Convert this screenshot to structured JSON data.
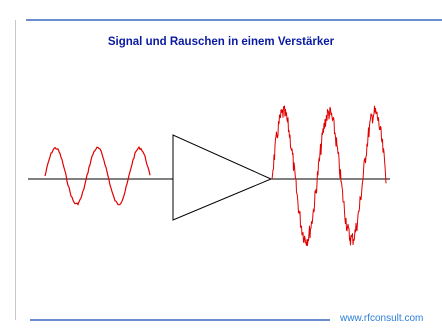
{
  "title": "Signal und Rauschen in einem Verstärker",
  "footer": "www.rfconsult.com",
  "colors": {
    "signal": "#e00000",
    "amplifier": "#000000",
    "rule": "#6a8dcf",
    "title": "#0a1aa0",
    "footer": "#2b7fd8"
  },
  "diagram": {
    "input_signal": {
      "cycles": 2.5,
      "noise": "low"
    },
    "amplifier": {
      "shape": "triangle",
      "direction": "right"
    },
    "output_signal": {
      "cycles": 2.5,
      "noise": "high",
      "gain": "higher amplitude"
    }
  }
}
